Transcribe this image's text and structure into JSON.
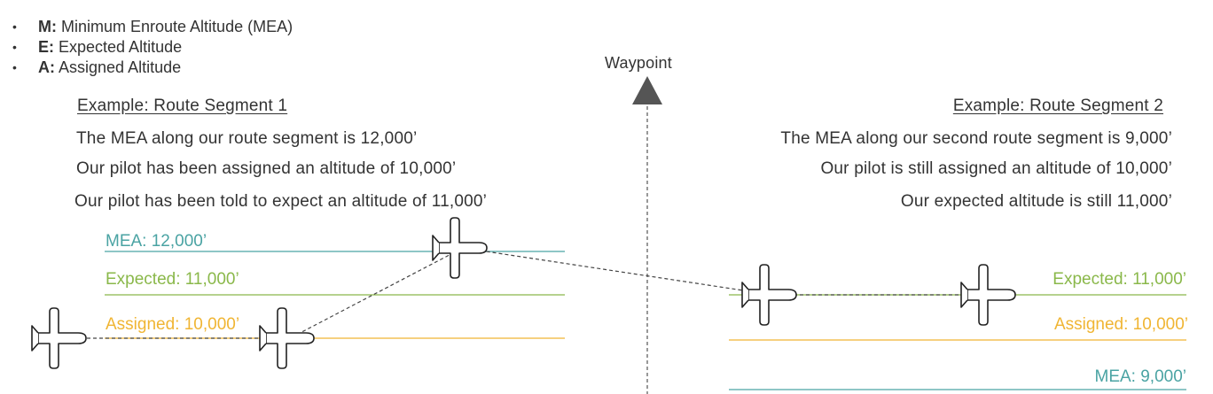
{
  "legend": [
    {
      "key": "M:",
      "text": " Minimum Enroute Altitude (MEA)"
    },
    {
      "key": "E:",
      "text": " Expected Altitude"
    },
    {
      "key": "A:",
      "text": " Assigned Altitude"
    }
  ],
  "bullet_glyph": "•",
  "waypoint": {
    "label": "Waypoint"
  },
  "segment1": {
    "title": "Example: Route Segment 1",
    "lines": [
      "The MEA along our route segment is 12,000’",
      "Our pilot has been assigned an altitude of 10,000’",
      "Our pilot has been told to expect an altitude of 11,000’"
    ],
    "levels": {
      "mea": "MEA: 12,000’",
      "expected": "Expected: 11,000’",
      "assigned": "Assigned: 10,000’"
    }
  },
  "segment2": {
    "title": "Example: Route Segment 2",
    "lines": [
      "The MEA along our second route segment is 9,000’",
      "Our pilot is still assigned an altitude of 10,000’",
      "Our expected altitude is still 11,000’"
    ],
    "levels": {
      "expected": "Expected: 11,000’",
      "assigned": "Assigned: 10,000’",
      "mea": "MEA: 9,000’"
    }
  },
  "colors": {
    "mea": "#4aa3a3",
    "expected": "#8ab84a",
    "assigned": "#f0b533",
    "text": "#333333",
    "waypoint_marker": "#555555"
  },
  "icons": [
    "bullet-icon",
    "waypoint-triangle-icon",
    "airplane-icon"
  ]
}
